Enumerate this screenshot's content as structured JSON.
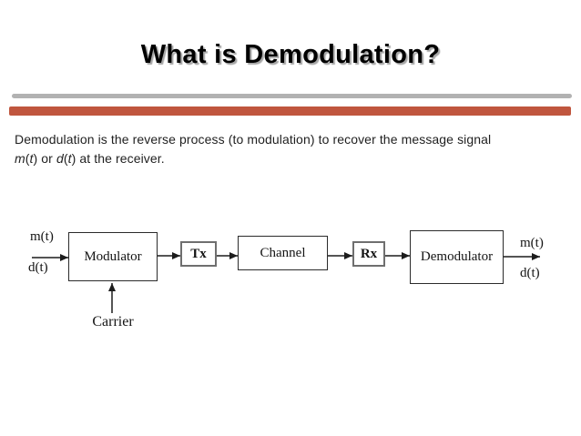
{
  "slide": {
    "title": "What is Demodulation?"
  },
  "body": {
    "line1": "Demodulation is the reverse process (to modulation) to recover the message signal",
    "var_m": "m",
    "var_d": "d",
    "var_t": "t",
    "paren_open": "(",
    "paren_close": ")",
    "conj": " or ",
    "tail": " at the receiver."
  },
  "diagram": {
    "input_label_top": "m(t)",
    "input_label_bottom": "d(t)",
    "blocks": {
      "modulator": "Modulator",
      "tx": "Tx",
      "channel": "Channel",
      "rx": "Rx",
      "demodulator": "Demodulator"
    },
    "carrier_label": "Carrier",
    "output_label_top": "m(t)",
    "output_label_bottom": "d(t)"
  },
  "colors": {
    "accent_red": "#c0563e",
    "accent_gray": "#b2b2b2",
    "line_black": "#1c1c1c"
  }
}
